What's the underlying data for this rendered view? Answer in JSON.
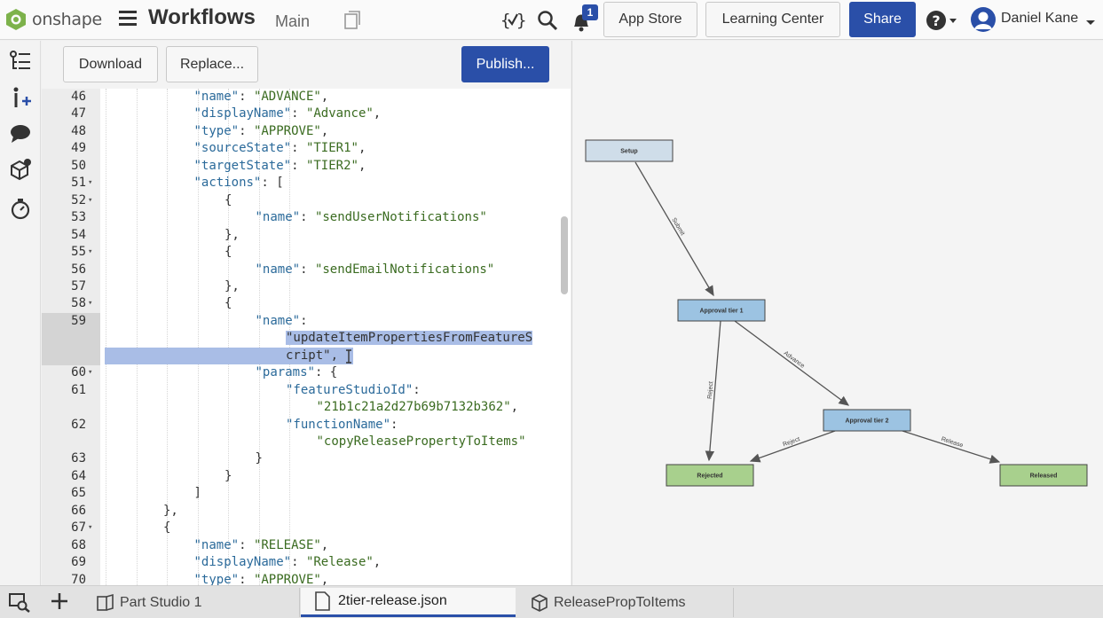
{
  "app": {
    "brand": "onshape",
    "title": "Workflows",
    "branch": "Main",
    "user_name": "Daniel Kane",
    "notification_count": "1"
  },
  "topbar": {
    "app_store_label": "App Store",
    "learning_center_label": "Learning Center",
    "share_label": "Share"
  },
  "toolbar": {
    "download_label": "Download",
    "replace_label": "Replace...",
    "publish_label": "Publish..."
  },
  "code_lines": [
    {
      "n": "46",
      "fold": false,
      "ind": 3,
      "parts": [
        [
          "k",
          "\"name\""
        ],
        [
          "p",
          ": "
        ],
        [
          "s",
          "\"ADVANCE\""
        ],
        [
          "p",
          ","
        ]
      ]
    },
    {
      "n": "47",
      "fold": false,
      "ind": 3,
      "parts": [
        [
          "k",
          "\"displayName\""
        ],
        [
          "p",
          ": "
        ],
        [
          "s",
          "\"Advance\""
        ],
        [
          "p",
          ","
        ]
      ]
    },
    {
      "n": "48",
      "fold": false,
      "ind": 3,
      "parts": [
        [
          "k",
          "\"type\""
        ],
        [
          "p",
          ": "
        ],
        [
          "s",
          "\"APPROVE\""
        ],
        [
          "p",
          ","
        ]
      ]
    },
    {
      "n": "49",
      "fold": false,
      "ind": 3,
      "parts": [
        [
          "k",
          "\"sourceState\""
        ],
        [
          "p",
          ": "
        ],
        [
          "s",
          "\"TIER1\""
        ],
        [
          "p",
          ","
        ]
      ]
    },
    {
      "n": "50",
      "fold": false,
      "ind": 3,
      "parts": [
        [
          "k",
          "\"targetState\""
        ],
        [
          "p",
          ": "
        ],
        [
          "s",
          "\"TIER2\""
        ],
        [
          "p",
          ","
        ]
      ]
    },
    {
      "n": "51",
      "fold": true,
      "ind": 3,
      "parts": [
        [
          "k",
          "\"actions\""
        ],
        [
          "p",
          ": ["
        ]
      ]
    },
    {
      "n": "52",
      "fold": true,
      "ind": 4,
      "parts": [
        [
          "p",
          "{"
        ]
      ]
    },
    {
      "n": "53",
      "fold": false,
      "ind": 5,
      "parts": [
        [
          "k",
          "\"name\""
        ],
        [
          "p",
          ": "
        ],
        [
          "s",
          "\"sendUserNotifications\""
        ]
      ]
    },
    {
      "n": "54",
      "fold": false,
      "ind": 4,
      "parts": [
        [
          "p",
          "},"
        ]
      ]
    },
    {
      "n": "55",
      "fold": true,
      "ind": 4,
      "parts": [
        [
          "p",
          "{"
        ]
      ]
    },
    {
      "n": "56",
      "fold": false,
      "ind": 5,
      "parts": [
        [
          "k",
          "\"name\""
        ],
        [
          "p",
          ": "
        ],
        [
          "s",
          "\"sendEmailNotifications\""
        ]
      ]
    },
    {
      "n": "57",
      "fold": false,
      "ind": 4,
      "parts": [
        [
          "p",
          "},"
        ]
      ]
    },
    {
      "n": "58",
      "fold": true,
      "ind": 4,
      "parts": [
        [
          "p",
          "{"
        ]
      ]
    },
    {
      "n": "59",
      "fold": false,
      "ind": 5,
      "active": true,
      "parts": [
        [
          "k",
          "\"name\""
        ],
        [
          "p",
          ":"
        ]
      ]
    },
    {
      "n": "",
      "fold": false,
      "ind": 6,
      "active": true,
      "parts": [
        [
          "sel",
          "\"updateItemPropertiesFromFeatureS"
        ]
      ]
    },
    {
      "n": "",
      "fold": false,
      "ind": 6,
      "active": true,
      "selfull": true,
      "parts": [
        [
          "sel",
          "cript\","
        ]
      ]
    },
    {
      "n": "60",
      "fold": true,
      "ind": 5,
      "parts": [
        [
          "k",
          "\"params\""
        ],
        [
          "p",
          ": {"
        ]
      ]
    },
    {
      "n": "61",
      "fold": false,
      "ind": 6,
      "parts": [
        [
          "k",
          "\"featureStudioId\""
        ],
        [
          "p",
          ":"
        ]
      ]
    },
    {
      "n": "",
      "fold": false,
      "ind": 7,
      "parts": [
        [
          "s",
          "\"21b1c21a2d27b69b7132b362\""
        ],
        [
          "p",
          ","
        ]
      ]
    },
    {
      "n": "62",
      "fold": false,
      "ind": 6,
      "parts": [
        [
          "k",
          "\"functionName\""
        ],
        [
          "p",
          ":"
        ]
      ]
    },
    {
      "n": "",
      "fold": false,
      "ind": 7,
      "parts": [
        [
          "s",
          "\"copyReleasePropertyToItems\""
        ]
      ]
    },
    {
      "n": "63",
      "fold": false,
      "ind": 5,
      "parts": [
        [
          "p",
          "}"
        ]
      ]
    },
    {
      "n": "64",
      "fold": false,
      "ind": 4,
      "parts": [
        [
          "p",
          "}"
        ]
      ]
    },
    {
      "n": "65",
      "fold": false,
      "ind": 3,
      "parts": [
        [
          "p",
          "]"
        ]
      ]
    },
    {
      "n": "66",
      "fold": false,
      "ind": 2,
      "parts": [
        [
          "p",
          "},"
        ]
      ]
    },
    {
      "n": "67",
      "fold": true,
      "ind": 2,
      "parts": [
        [
          "p",
          "{"
        ]
      ]
    },
    {
      "n": "68",
      "fold": false,
      "ind": 3,
      "parts": [
        [
          "k",
          "\"name\""
        ],
        [
          "p",
          ": "
        ],
        [
          "s",
          "\"RELEASE\""
        ],
        [
          "p",
          ","
        ]
      ]
    },
    {
      "n": "69",
      "fold": false,
      "ind": 3,
      "parts": [
        [
          "k",
          "\"displayName\""
        ],
        [
          "p",
          ": "
        ],
        [
          "s",
          "\"Release\""
        ],
        [
          "p",
          ","
        ]
      ]
    },
    {
      "n": "70",
      "fold": false,
      "ind": 3,
      "parts": [
        [
          "k",
          "\"type\""
        ],
        [
          "p",
          ": "
        ],
        [
          "s",
          "\"APPROVE\""
        ],
        [
          "p",
          ","
        ]
      ]
    }
  ],
  "diagram": {
    "nodes": [
      {
        "id": "setup",
        "label": "Setup",
        "kind": "start"
      },
      {
        "id": "tier1",
        "label": "Approval tier 1",
        "kind": "mid"
      },
      {
        "id": "tier2",
        "label": "Approval tier 2",
        "kind": "mid"
      },
      {
        "id": "rejected",
        "label": "Rejected",
        "kind": "end"
      },
      {
        "id": "released",
        "label": "Released",
        "kind": "end"
      }
    ],
    "edges": [
      {
        "from": "setup",
        "to": "tier1",
        "label": "Submit"
      },
      {
        "from": "tier1",
        "to": "tier2",
        "label": "Advance"
      },
      {
        "from": "tier1",
        "to": "rejected",
        "label": "Reject"
      },
      {
        "from": "tier2",
        "to": "rejected",
        "label": "Reject"
      },
      {
        "from": "tier2",
        "to": "released",
        "label": "Release"
      }
    ],
    "colors": {
      "start": "#cfdde9",
      "mid": "#9cc3e2",
      "end": "#a8d08d",
      "edge": "#555555"
    }
  },
  "tabs": [
    {
      "label": "Part Studio 1",
      "icon": "part-studio-icon",
      "active": false
    },
    {
      "label": "2tier-release.json",
      "icon": "document-icon",
      "active": true
    },
    {
      "label": "ReleasePropToItems",
      "icon": "feature-studio-icon",
      "active": false
    }
  ]
}
